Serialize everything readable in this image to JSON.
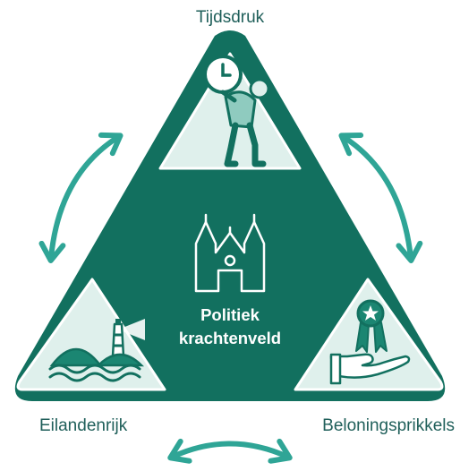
{
  "corners": {
    "top": "Tijdsdruk",
    "left": "Eilandenrijk",
    "right": "Beloningsprikkels"
  },
  "center": {
    "line1": "Politiek",
    "line2": "krachtenveld"
  },
  "colors": {
    "main_teal": "#12705f",
    "arrow_teal": "#2fa596",
    "panel_fill": "#dff0ec",
    "label_text": "#1f5f5a",
    "center_text": "#ffffff"
  },
  "icons": {
    "top": "person-carrying-clock-icon",
    "left": "lighthouse-island-icon",
    "right": "hand-with-award-icon",
    "center": "church-icon"
  }
}
